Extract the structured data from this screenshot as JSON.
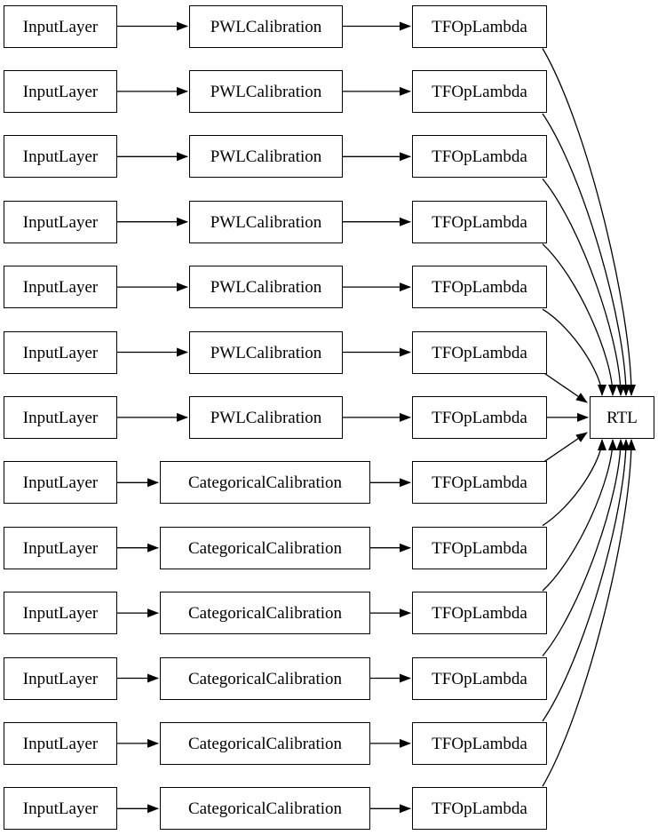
{
  "diagram": {
    "kind": "model-graph",
    "rtl_label": "RTL",
    "rows": [
      {
        "type": "pwl",
        "input": "InputLayer",
        "calibration": "PWLCalibration",
        "lambda": "TFOpLambda"
      },
      {
        "type": "pwl",
        "input": "InputLayer",
        "calibration": "PWLCalibration",
        "lambda": "TFOpLambda"
      },
      {
        "type": "pwl",
        "input": "InputLayer",
        "calibration": "PWLCalibration",
        "lambda": "TFOpLambda"
      },
      {
        "type": "pwl",
        "input": "InputLayer",
        "calibration": "PWLCalibration",
        "lambda": "TFOpLambda"
      },
      {
        "type": "pwl",
        "input": "InputLayer",
        "calibration": "PWLCalibration",
        "lambda": "TFOpLambda"
      },
      {
        "type": "pwl",
        "input": "InputLayer",
        "calibration": "PWLCalibration",
        "lambda": "TFOpLambda"
      },
      {
        "type": "pwl",
        "input": "InputLayer",
        "calibration": "PWLCalibration",
        "lambda": "TFOpLambda"
      },
      {
        "type": "categorical",
        "input": "InputLayer",
        "calibration": "CategoricalCalibration",
        "lambda": "TFOpLambda"
      },
      {
        "type": "categorical",
        "input": "InputLayer",
        "calibration": "CategoricalCalibration",
        "lambda": "TFOpLambda"
      },
      {
        "type": "categorical",
        "input": "InputLayer",
        "calibration": "CategoricalCalibration",
        "lambda": "TFOpLambda"
      },
      {
        "type": "categorical",
        "input": "InputLayer",
        "calibration": "CategoricalCalibration",
        "lambda": "TFOpLambda"
      },
      {
        "type": "categorical",
        "input": "InputLayer",
        "calibration": "CategoricalCalibration",
        "lambda": "TFOpLambda"
      },
      {
        "type": "categorical",
        "input": "InputLayer",
        "calibration": "CategoricalCalibration",
        "lambda": "TFOpLambda"
      }
    ]
  },
  "colors": {
    "background": "#ffffff",
    "node_fill": "#ffffff",
    "node_border": "#000000",
    "edge": "#000000"
  }
}
